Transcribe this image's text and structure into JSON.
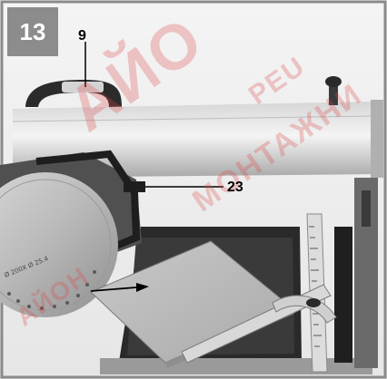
{
  "figure": {
    "number": "13",
    "callouts": {
      "label_9": "9",
      "label_23": "23"
    },
    "blade_marking": "Ø 200X Ø 25.4",
    "watermark_text": {
      "w1": "АЙО",
      "w2": "АЙОН",
      "w3": "МОНТАЖНИ",
      "w4": "PEU"
    }
  },
  "colors": {
    "badge_bg": "#8c8c8c",
    "frame_border": "#8a8a8a",
    "watermark": "#dc4646"
  }
}
